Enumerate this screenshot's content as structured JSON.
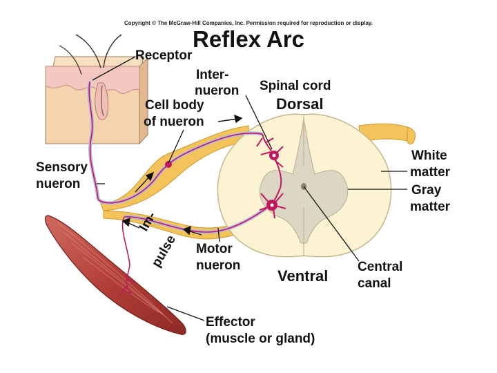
{
  "copyright": "Copyright © The McGraw-Hill Companies, Inc. Permission required for reproduction or display.",
  "title": "Reflex Arc",
  "labels": {
    "receptor": "Receptor",
    "interneuron_1": "Inter-",
    "interneuron_2": "nueron",
    "spinal_cord": "Spinal cord",
    "dorsal": "Dorsal",
    "cell_body_1": "Cell body",
    "cell_body_2": "of nueron",
    "sensory_1": "Sensory",
    "sensory_2": "nueron",
    "white_1": "White",
    "white_2": "matter",
    "gray_1": "Gray",
    "gray_2": "matter",
    "impulse_1": "Im-",
    "impulse_2": "pulse",
    "motor_1": "Motor",
    "motor_2": "nueron",
    "ventral": "Ventral",
    "canal_1": "Central",
    "canal_2": "canal",
    "effector_1": "Effector",
    "effector_2": "(muscle or gland)"
  },
  "colors": {
    "skin": "#f3d4ae",
    "skin_epidermis": "#f3c8c0",
    "nerve": "#f4c35a",
    "white_matter": "#fbf3d2",
    "gray_matter": "#dcd6c4",
    "neuron": "#c0175e",
    "fiber": "#b7b9df",
    "muscle": "#b8403c"
  }
}
